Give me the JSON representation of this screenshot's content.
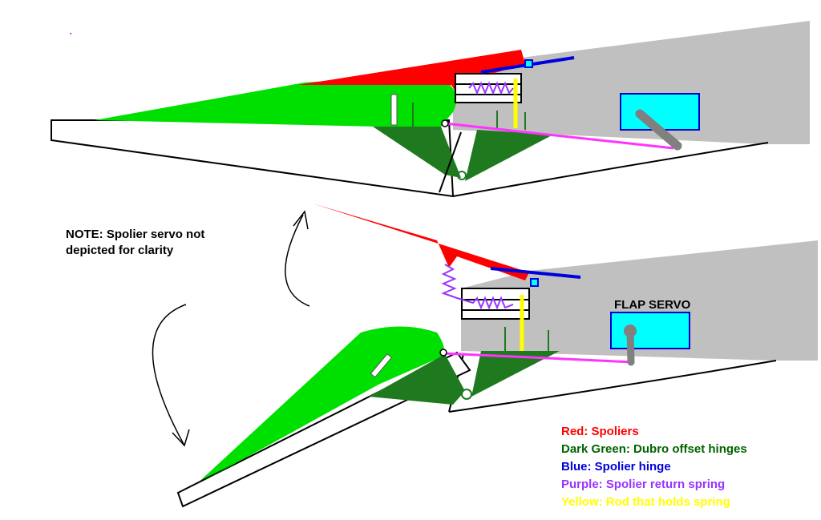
{
  "note": {
    "line1": "NOTE: Spolier servo not",
    "line2": "depicted for clarity"
  },
  "flap_servo_label": "FLAP SERVO",
  "legend": [
    {
      "text": "Red: Spoliers",
      "color": "#ff0000"
    },
    {
      "text": "Dark Green: Dubro offset hinges",
      "color": "#006400"
    },
    {
      "text": "Blue: Spolier hinge",
      "color": "#0000dd"
    },
    {
      "text": "Purple: Spolier return spring",
      "color": "#9933ff"
    },
    {
      "text": "Yellow: Rod that holds spring",
      "color": "#ffff00"
    }
  ],
  "colors": {
    "wing": "#c0c0c0",
    "flap": "#00e000",
    "spoiler": "#ff0000",
    "hinge_dark_green": "#1f7a1f",
    "spoiler_hinge": "#0000dd",
    "spring": "#9933ff",
    "rod": "#ffff00",
    "pushrod": "#ff33ff",
    "servo": "#00ffff",
    "servo_border": "#0000cc",
    "servo_arm": "#808080"
  }
}
